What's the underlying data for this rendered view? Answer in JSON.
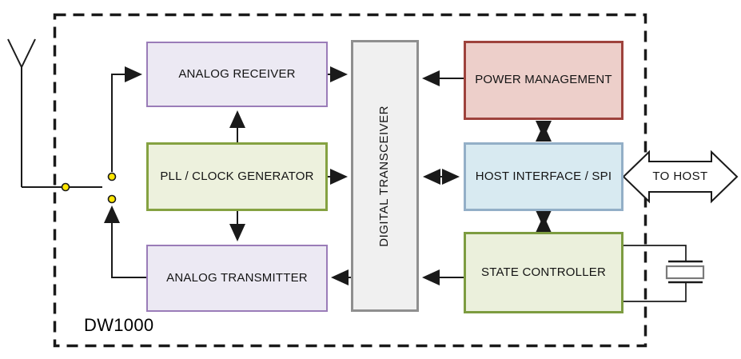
{
  "diagram": {
    "chip_label": "DW1000",
    "blocks": {
      "analog_receiver": {
        "label": "ANALOG RECEIVER",
        "fill": "#ece9f3",
        "border": "#9a7cb8"
      },
      "pll_clock_generator": {
        "label": "PLL / CLOCK GENERATOR",
        "fill": "#edf1dd",
        "border": "#85a241"
      },
      "analog_transmitter": {
        "label": "ANALOG TRANSMITTER",
        "fill": "#ece9f3",
        "border": "#9a7cb8"
      },
      "digital_transceiver": {
        "label": "DIGITAL TRANSCEIVER",
        "fill": "#f0f0f0",
        "border": "#8f8f8f"
      },
      "power_management": {
        "label": "POWER MANAGEMENT",
        "fill": "#edcfca",
        "border": "#9e423c"
      },
      "host_interface": {
        "label": "HOST INTERFACE / SPI",
        "fill": "#d8eaf1",
        "border": "#93afc7"
      },
      "state_controller": {
        "label": "STATE CONTROLLER",
        "fill": "#ebf0dc",
        "border": "#7d9c40"
      }
    },
    "annotations": {
      "to_host_label": "TO HOST"
    },
    "icons": {
      "antenna": "antenna-symbol",
      "rf_switch": "spdt-switch-symbol",
      "crystal": "crystal-oscillator-symbol",
      "to_host_arrow": "double-headed-block-arrow"
    },
    "colors": {
      "line": "#1a1a1a",
      "switch_contact_fill": "#ffe600",
      "boundary": "#1a1a1a",
      "crystal_outline": "#7a7a7a"
    }
  }
}
